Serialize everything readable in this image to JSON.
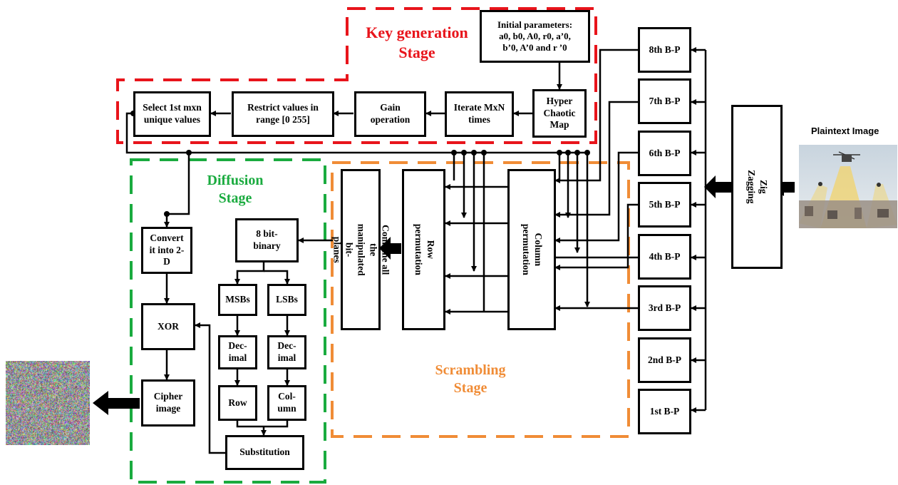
{
  "colors": {
    "key_stage": "#e8141b",
    "diffusion_stage": "#1aab3f",
    "scrambling_stage": "#f08c36",
    "line": "#000000"
  },
  "stages": {
    "key": "Key generation\nStage",
    "diffusion": "Diffusion\nStage",
    "scrambling": "Scrambling\nStage"
  },
  "key_generation": {
    "initial_parameters": "Initial parameters:\na0, b0, A0, r0, a’0,\nb’0, A’0  and r ’0",
    "hyper_chaotic_map": "Hyper\nChaotic\nMap",
    "iterate": "Iterate MxN\ntimes",
    "gain": "Gain\noperation",
    "restrict": "Restrict values in\nrange [0  255]",
    "select": "Select 1st mxn\nunique values"
  },
  "bit_planes": [
    "8th B-P",
    "7th B-P",
    "6th B-P",
    "5th B-P",
    "4th B-P",
    "3rd B-P",
    "2nd B-P",
    "1st B-P"
  ],
  "zig_zagging": "Zig Zagging",
  "plaintext_caption": "Plaintext Image",
  "scrambling": {
    "column_permutation": "Column permutation",
    "row_permutation": "Row permutation",
    "combine": "Combine all the manipulated bit-\nplanes"
  },
  "diffusion": {
    "convert": "Convert\nit into 2-\nD",
    "xor": "XOR",
    "cipher": "Cipher\nimage",
    "eight_bit": "8 bit-\nbinary",
    "msbs": "MSBs",
    "lsbs": "LSBs",
    "decimal_left": "Dec-\nimal",
    "decimal_right": "Dec-\nimal",
    "row": "Row",
    "column": "Col-\numn",
    "substitution": "Substitution"
  }
}
